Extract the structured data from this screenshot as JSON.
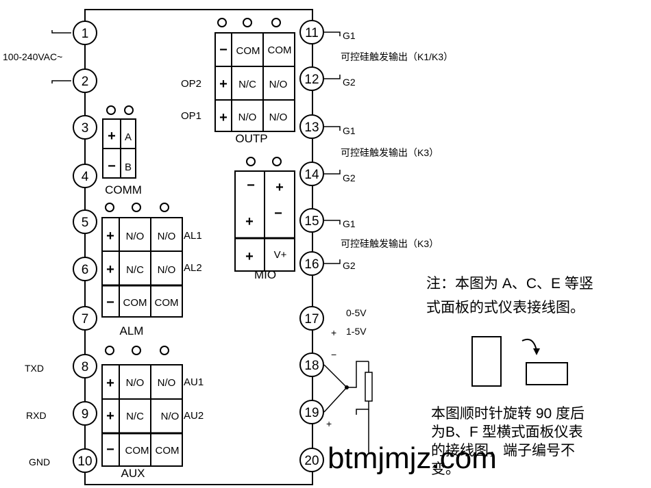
{
  "power": {
    "label": "100-240VAC~"
  },
  "terminals": [
    "1",
    "2",
    "3",
    "4",
    "5",
    "6",
    "7",
    "8",
    "9",
    "10",
    "11",
    "12",
    "13",
    "14",
    "15",
    "16",
    "17",
    "18",
    "19",
    "20"
  ],
  "comm": {
    "title": "COMM",
    "r1": [
      "+",
      "A"
    ],
    "r2": [
      "−",
      "B"
    ]
  },
  "alm": {
    "title": "ALM",
    "r1": [
      "+",
      "N/O",
      "N/O"
    ],
    "r2": [
      "+",
      "N/C",
      "N/O"
    ],
    "r3": [
      "−",
      "COM",
      "COM"
    ],
    "al1": "AL1",
    "al2": "AL2"
  },
  "aux": {
    "title": "AUX",
    "r1": [
      "+",
      "N/O",
      "N/O"
    ],
    "r2": [
      "+",
      "N/C",
      "N/O"
    ],
    "r3": [
      "−",
      "COM",
      "COM"
    ],
    "au1": "AU1",
    "au2": "AU2"
  },
  "serial": {
    "txd": "TXD",
    "rxd": "RXD",
    "gnd": "GND"
  },
  "outp": {
    "title": "OUTP",
    "r1": [
      "−",
      "COM",
      "COM"
    ],
    "r2": [
      "+",
      "N/C",
      "N/O"
    ],
    "r3": [
      "+",
      "N/O",
      "N/O"
    ],
    "op2": "OP2",
    "op1": "OP1"
  },
  "mio": {
    "title": "MIO",
    "r1": [
      "−",
      "+"
    ],
    "r2": [
      "+",
      "−"
    ],
    "r3": [
      "+",
      "V+"
    ]
  },
  "scr": {
    "g1": "G1",
    "g2": "G2",
    "out1": "可控硅触发输出（K1/K3）",
    "out2": "可控硅触发输出（K3）",
    "out3": "可控硅触发输出（K3）"
  },
  "input": {
    "v05": "0-5V",
    "plus17": "+",
    "v15": "1-5V",
    "minus18": "−",
    "plus19": "+"
  },
  "note": {
    "top_l1": "注：本图为 A、C、E 等竖",
    "top_l2": "式面板的式仪表接线图。",
    "bot_l1": "本图顺时针旋转 90 度后",
    "bot_l2": "为B、F 型横式面板仪表",
    "bot_l3": "的接线图，端子编号不",
    "bot_l4": "变。"
  },
  "watermark": "btmjmjz.com"
}
